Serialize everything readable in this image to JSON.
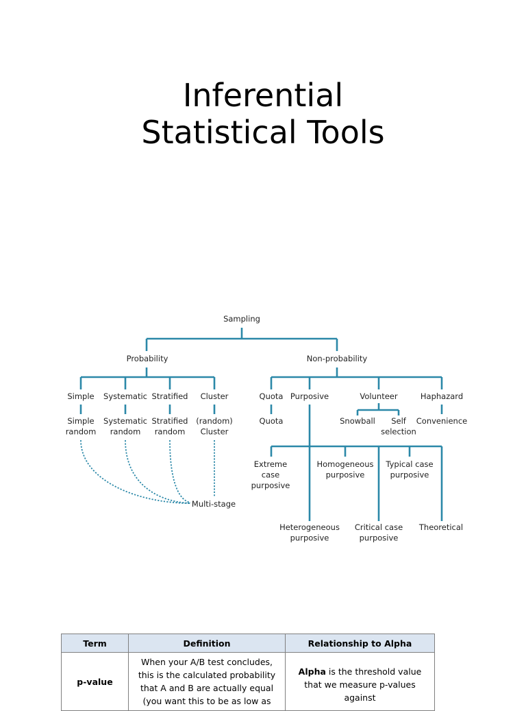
{
  "title": [
    "Inferential",
    "Statistical Tools"
  ],
  "diagram": {
    "root": "Sampling",
    "probability": {
      "label": "Probability",
      "types": [
        "Simple",
        "Systematic",
        "Stratified",
        "Cluster"
      ],
      "methods": [
        [
          "Simple",
          "random"
        ],
        [
          "Systematic",
          "random"
        ],
        [
          "Stratified",
          "random"
        ],
        [
          "(random)",
          "Cluster"
        ]
      ],
      "combined": "Multi-stage"
    },
    "non_probability": {
      "label": "Non-probability",
      "types": [
        "Quota",
        "Purposive",
        "Volunteer",
        "Haphazard"
      ],
      "quota_method": "Quota",
      "volunteer_methods": [
        [
          "Snowball"
        ],
        [
          "Self",
          "selection"
        ]
      ],
      "haphazard_method": "Convenience",
      "purposive_upper": [
        [
          "Extreme",
          "case",
          "purposive"
        ],
        [
          "Homogeneous",
          "purposive"
        ],
        [
          "Typical case",
          "purposive"
        ]
      ],
      "purposive_lower": [
        [
          "Heterogeneous",
          "purposive"
        ],
        [
          "Critical case",
          "purposive"
        ],
        [
          "Theoretical"
        ]
      ]
    },
    "colors": {
      "line": "#2b88a8",
      "dotted": "#2b88a8"
    }
  },
  "table": {
    "headers": [
      "Term",
      "Definition",
      "Relationship to Alpha"
    ],
    "rows": [
      {
        "term": "p-value",
        "definition_lines": [
          "When your A/B test concludes,",
          "this is the calculated probability",
          "that A and B are actually equal",
          "(you want this to be as low as"
        ],
        "alpha_bold": "Alpha",
        "alpha_rest": " is the threshold value that we measure p-values against"
      }
    ],
    "header_bg": "#dbe5f1"
  }
}
